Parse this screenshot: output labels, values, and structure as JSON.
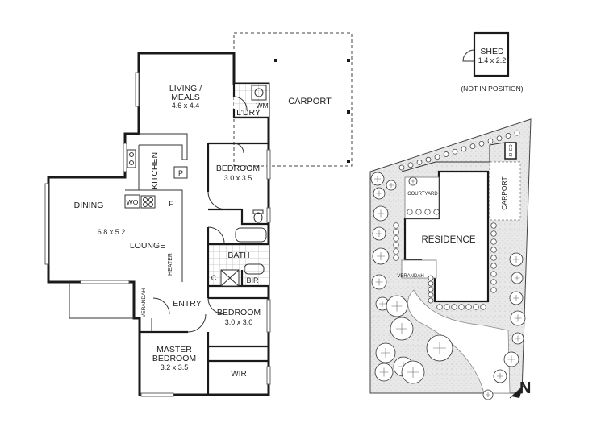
{
  "floor_plan": {
    "rooms": {
      "living": {
        "name": "LIVING /\nMEALS",
        "name_line1": "LIVING /",
        "name_line2": "MEALS",
        "dims": "4.6 x 4.4"
      },
      "laundry": {
        "name": "L'DRY"
      },
      "wm": {
        "name": "WM"
      },
      "carport": {
        "name": "CARPORT"
      },
      "kitchen": {
        "name": "KITCHEN"
      },
      "pantry": {
        "name": "P"
      },
      "fridge": {
        "name": "F"
      },
      "wall_oven": {
        "name": "WO"
      },
      "bedroom2": {
        "name": "BEDROOM",
        "dims": "3.0 x 3.5"
      },
      "dining": {
        "name": "DINING"
      },
      "lounge": {
        "name": "LOUNGE",
        "dims": "6.8 x 5.2"
      },
      "heater": {
        "name": "HEATER"
      },
      "bath": {
        "name": "BATH"
      },
      "linen": {
        "name": "C"
      },
      "bir": {
        "name": "BIR"
      },
      "entry": {
        "name": "ENTRY"
      },
      "verandah": {
        "name": "VERANDAH"
      },
      "bedroom3": {
        "name": "BEDROOM",
        "dims": "3.0 x 3.0"
      },
      "master": {
        "name_line1": "MASTER",
        "name_line2": "BEDROOM",
        "dims": "3.2 x 3.5"
      },
      "wir": {
        "name": "WIR"
      }
    }
  },
  "shed_inset": {
    "name": "SHED",
    "dims": "1.4 x 2.2",
    "note": "(NOT IN POSITION)"
  },
  "site_plan": {
    "residence": "RESIDENCE",
    "courtyard": "COURTYARD",
    "verandah": "VERANDAH",
    "carport": "CARPORT",
    "shed": "SHED"
  },
  "north": {
    "letter": "N"
  },
  "colors": {
    "wall": "#1a1a1a",
    "site_fill": "#e6e6e6",
    "tree_fill": "#ffffff",
    "tile": "#bdbdbd"
  }
}
